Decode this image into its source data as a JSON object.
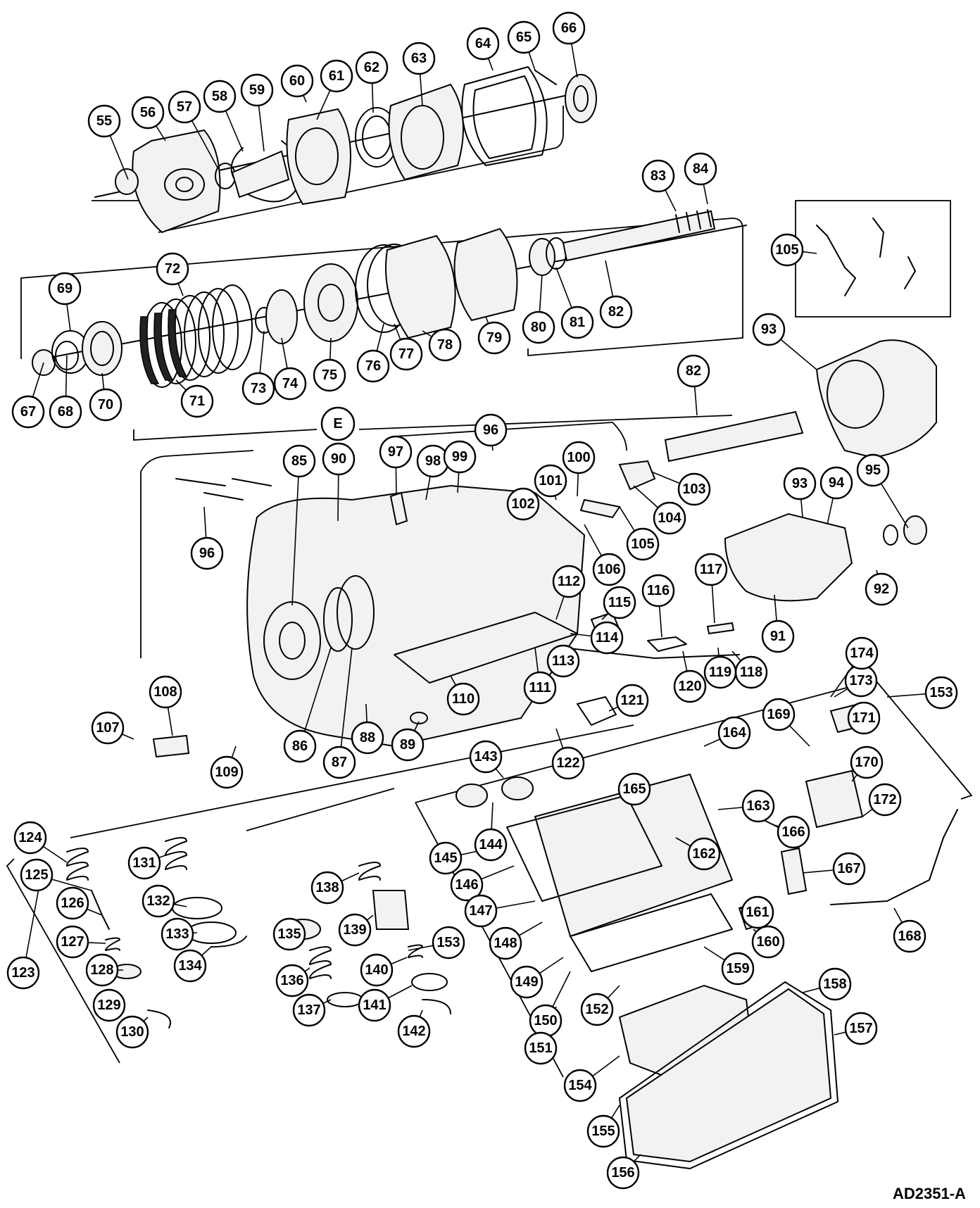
{
  "diagram": {
    "figure_code": "AD2351-A",
    "group_label": "E",
    "callouts": [
      "55",
      "56",
      "57",
      "58",
      "59",
      "60",
      "61",
      "62",
      "63",
      "64",
      "65",
      "66",
      "67",
      "68",
      "69",
      "70",
      "71",
      "72",
      "73",
      "74",
      "75",
      "76",
      "77",
      "78",
      "79",
      "80",
      "81",
      "82",
      "82",
      "83",
      "84",
      "85",
      "86",
      "87",
      "88",
      "89",
      "90",
      "91",
      "92",
      "93",
      "93",
      "94",
      "95",
      "96",
      "96",
      "97",
      "98",
      "99",
      "100",
      "101",
      "102",
      "103",
      "104",
      "105",
      "105",
      "106",
      "107",
      "108",
      "109",
      "110",
      "111",
      "112",
      "113",
      "114",
      "115",
      "116",
      "117",
      "118",
      "119",
      "120",
      "121",
      "122",
      "123",
      "124",
      "125",
      "126",
      "127",
      "128",
      "129",
      "130",
      "131",
      "132",
      "133",
      "134",
      "135",
      "136",
      "137",
      "138",
      "139",
      "140",
      "141",
      "142",
      "143",
      "144",
      "145",
      "146",
      "147",
      "148",
      "149",
      "150",
      "151",
      "152",
      "153",
      "153",
      "154",
      "155",
      "156",
      "157",
      "158",
      "159",
      "160",
      "161",
      "162",
      "163",
      "164",
      "165",
      "166",
      "167",
      "168",
      "169",
      "170",
      "171",
      "172",
      "173",
      "174"
    ]
  }
}
